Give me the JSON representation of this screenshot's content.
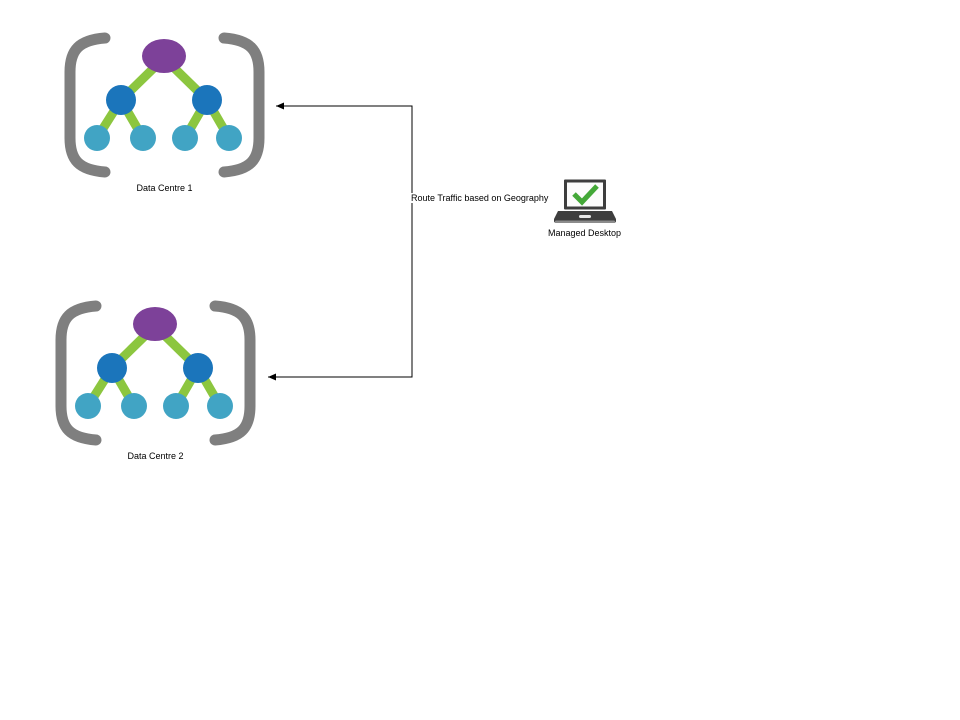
{
  "diagram": {
    "nodes": [
      {
        "id": "dc1",
        "type": "data-centre",
        "label": "Data Centre 1"
      },
      {
        "id": "dc2",
        "type": "data-centre",
        "label": "Data Centre 2"
      },
      {
        "id": "desktop",
        "type": "managed-desktop",
        "label": "Managed Desktop"
      }
    ],
    "connector_label": "Route Traffic based on Geography"
  },
  "colors": {
    "background": "#ffffff",
    "root_node": "#7d4199",
    "mid_node": "#1b75bb",
    "leaf_node": "#41a4c4",
    "branch": "#8cc63f",
    "bracket": "#7f7f7f",
    "arrow_line": "#000000",
    "laptop_body": "#3e3e3e",
    "laptop_screen": "#fcfcfc",
    "check_mark": "#44a838",
    "label_text": "#000000"
  }
}
